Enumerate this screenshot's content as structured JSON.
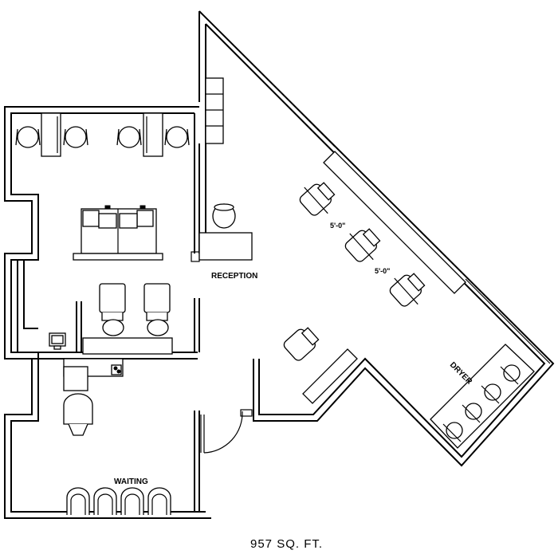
{
  "labels": {
    "reception": "RECEPTION",
    "waiting": "WAITING",
    "dryer": "DRYER",
    "dim_1": "5'-0\"",
    "dim_2": "5'-0\""
  },
  "footer": {
    "area": "957 SQ. FT."
  }
}
